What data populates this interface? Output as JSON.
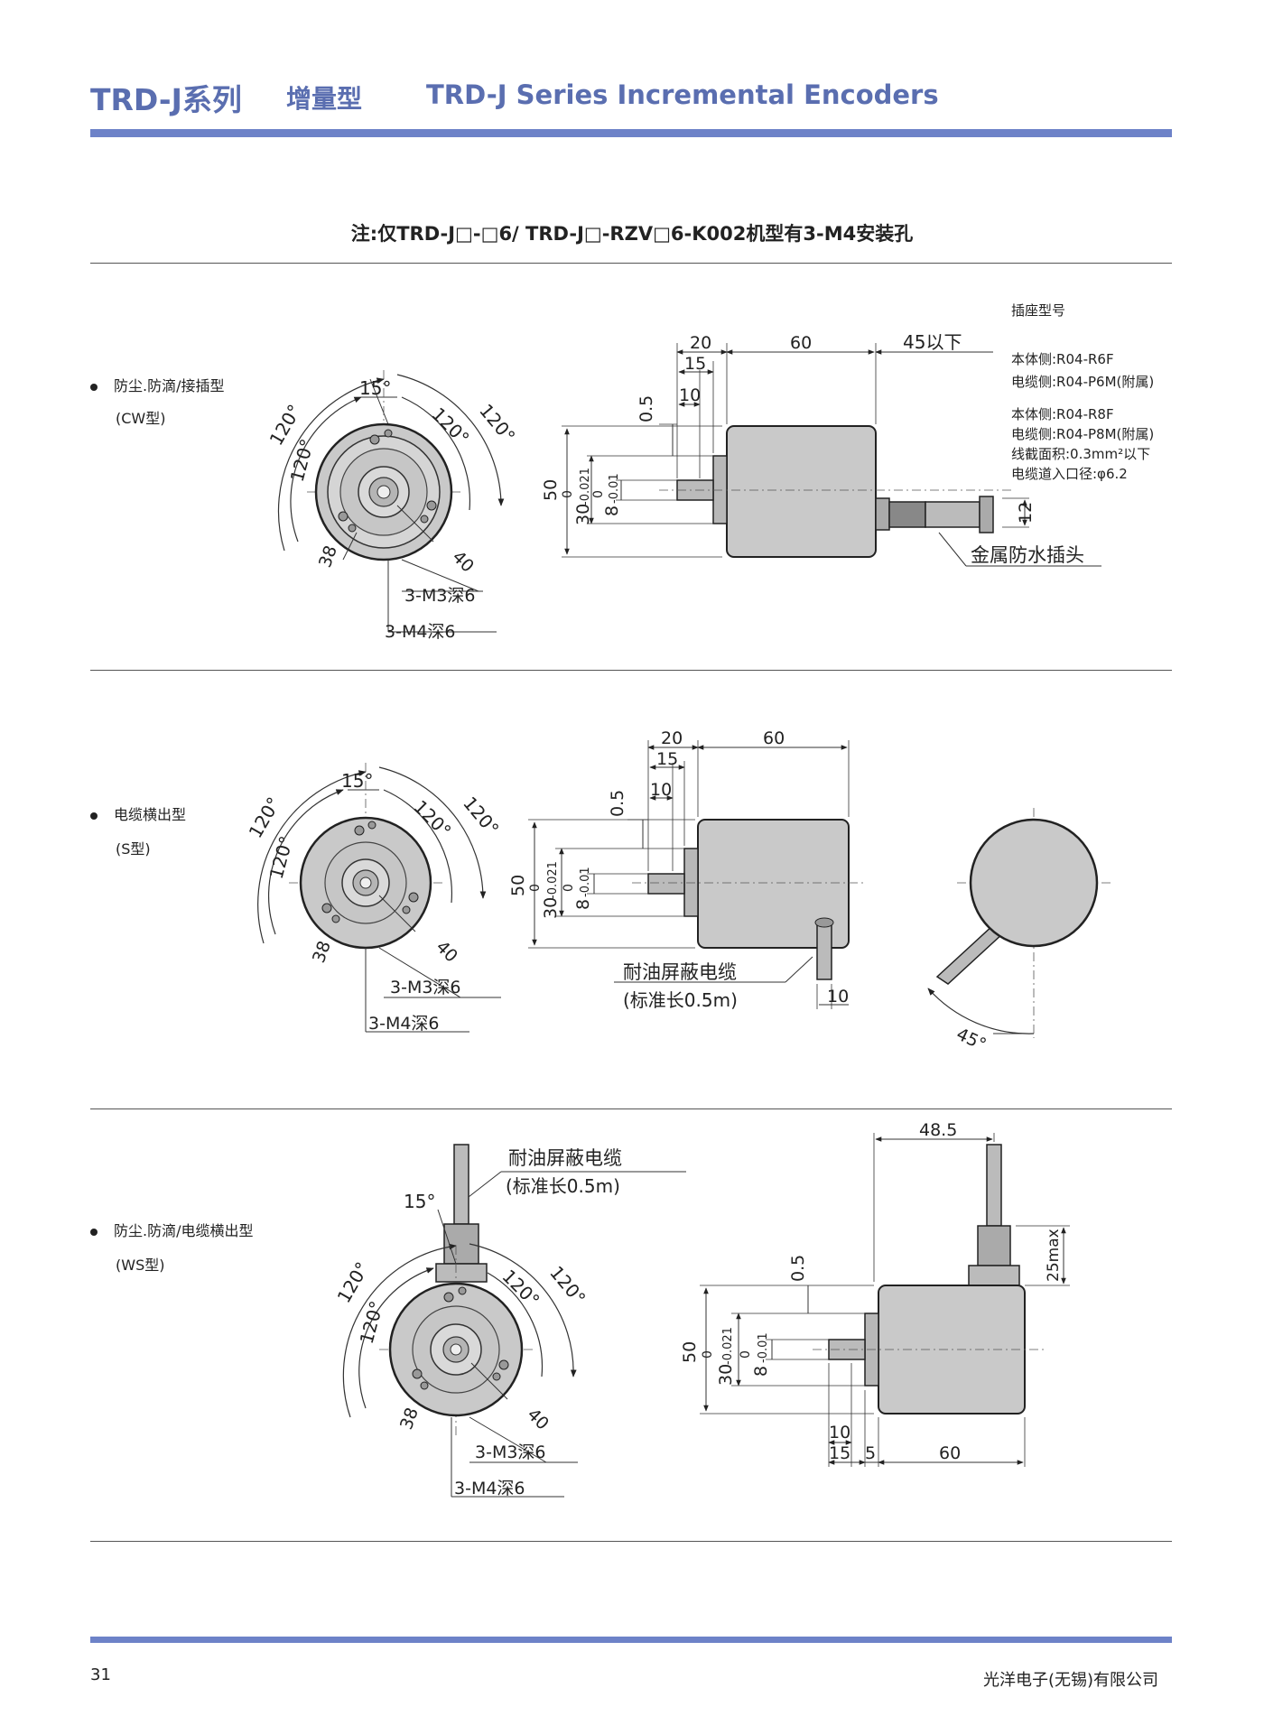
{
  "header": {
    "series": "TRD-J系列",
    "type": "增量型",
    "title_en": "TRD-J  Series Incremental Encoders"
  },
  "note": "注:仅TRD-J□-□6/ TRD-J□-RZV□6-K002机型有3-M4安装孔",
  "sections": [
    {
      "label": "防尘.防滴/接插型",
      "code": "(CW型)",
      "front_view": {
        "angle_15": "15°",
        "angle_120_a": "120°",
        "angle_120_b": "120°",
        "angle_120_c": "120°",
        "angle_120_d": "120°",
        "dia_38": "38",
        "dia_40": "40",
        "hole_m3": "3-M3深6",
        "hole_m4": "3-M4深6"
      },
      "side_view": {
        "dim_20": "20",
        "dim_15": "15",
        "dim_10": "10",
        "dim_05": "0.5",
        "dim_60": "60",
        "dim_45": "45以下",
        "dim_50": "50",
        "dim_30": "30",
        "tol_30_upper": "0",
        "tol_30_lower": "-0.021",
        "dim_8": "8",
        "tol_8_upper": "0",
        "tol_8_lower": "-0.01",
        "dim_12": "12",
        "connector_label": "金属防水插头"
      },
      "socket_info": {
        "title": "插座型号",
        "line1": "本体侧:R04-R6F",
        "line2": "电缆侧:R04-P6M(附属)",
        "line3": "本体侧:R04-R8F",
        "line4": "电缆侧:R04-P8M(附属)",
        "line5": "线截面积:0.3mm²以下",
        "line6": "电缆道入口径:φ6.2"
      }
    },
    {
      "label": "电缆横出型",
      "code": "(S型)",
      "front_view": {
        "angle_15": "15°",
        "angle_120_a": "120°",
        "angle_120_b": "120°",
        "angle_120_c": "120°",
        "angle_120_d": "120°",
        "dia_38": "38",
        "dia_40": "40",
        "hole_m3": "3-M3深6",
        "hole_m4": "3-M4深6"
      },
      "side_view": {
        "dim_20": "20",
        "dim_15": "15",
        "dim_10": "10",
        "dim_05": "0.5",
        "dim_60": "60",
        "dim_50": "50",
        "dim_30": "30",
        "tol_30_upper": "0",
        "tol_30_lower": "-0.021",
        "dim_8": "8",
        "tol_8_upper": "0",
        "tol_8_lower": "-0.01",
        "dim_10b": "10",
        "cable_label": "耐油屏蔽电缆",
        "cable_len": "(标准长0.5m)"
      },
      "rear_view": {
        "angle_45": "45°"
      }
    },
    {
      "label": "防尘.防滴/电缆横出型",
      "code": "(WS型)",
      "front_view": {
        "angle_15": "15°",
        "angle_120_a": "120°",
        "angle_120_b": "120°",
        "angle_120_c": "120°",
        "angle_120_d": "120°",
        "dia_38": "38",
        "dia_40": "40",
        "hole_m3": "3-M3深6",
        "hole_m4": "3-M4深6",
        "cable_label": "耐油屏蔽电缆",
        "cable_len": "(标准长0.5m)"
      },
      "side_view": {
        "dim_485": "48.5",
        "dim_05": "0.5",
        "dim_25max": "25max",
        "dim_50": "50",
        "dim_30": "30",
        "tol_30_upper": "0",
        "tol_30_lower": "-0.021",
        "dim_8": "8",
        "tol_8_upper": "0",
        "tol_8_lower": "-0.01",
        "dim_10": "10",
        "dim_15": "15",
        "dim_5": "5",
        "dim_60": "60"
      }
    }
  ],
  "footer": {
    "page": "31",
    "company": "光洋电子(无锡)有限公司"
  },
  "colors": {
    "accent": "#6d82c8",
    "title": "#5a6eb0",
    "body_fill": "#c9c9c9"
  }
}
